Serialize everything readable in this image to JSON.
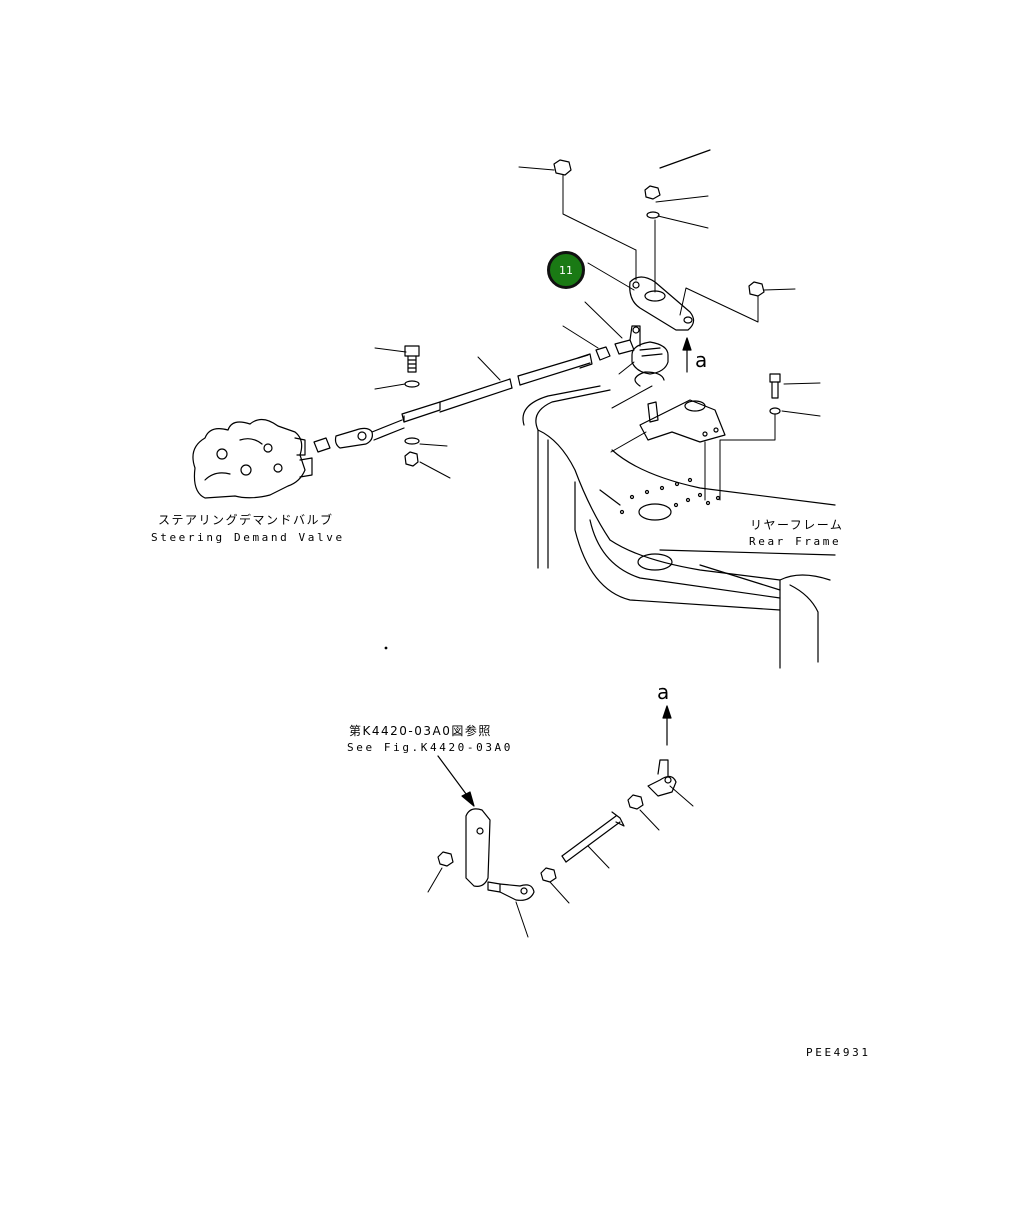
{
  "labels": {
    "valve_ja": "ステアリングデマンドバルブ",
    "valve_en": "Steering Demand Valve",
    "frame_ja": "リヤーフレーム",
    "frame_en": "Rear Frame",
    "see_fig_ja": "第K4420-03A0図参照",
    "see_fig_en": "See Fig.K4420-03A0",
    "view_a_top": "a",
    "view_a_bottom": "a",
    "drawing_id": "PEE4931"
  },
  "callouts": [
    {
      "number": "11",
      "color": "#1a7a14"
    }
  ]
}
